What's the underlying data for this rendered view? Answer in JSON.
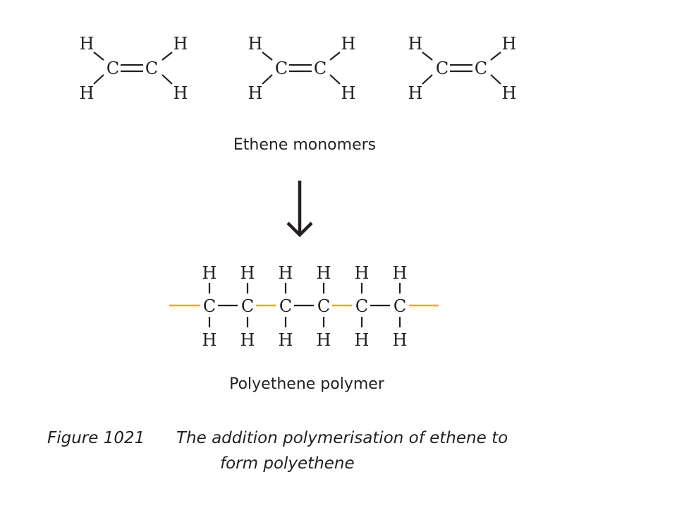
{
  "atoms": {
    "hydrogen": "H",
    "carbon": "C"
  },
  "monomers": {
    "label": "Ethene monomers",
    "count": 3
  },
  "polymer": {
    "label": "Polyethene polymer",
    "carbon_count": 6
  },
  "figure": {
    "number": "Figure 1021",
    "caption_line1": "The addition polymerisation of ethene to",
    "caption_line2": "form polyethene"
  },
  "colors": {
    "bond": "#231f20",
    "backbone_link": "#f0ab00"
  }
}
